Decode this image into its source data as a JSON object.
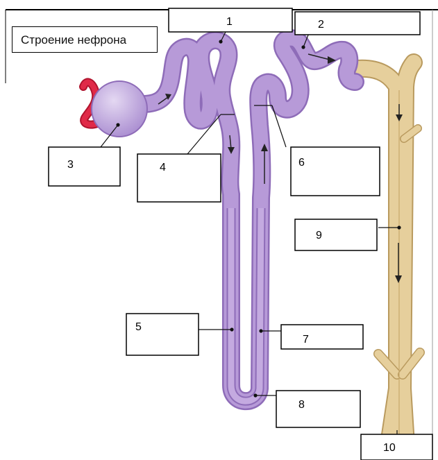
{
  "title": "Строение нефрона",
  "labels": [
    "1",
    "2",
    "3",
    "4",
    "5",
    "6",
    "7",
    "8",
    "9",
    "10"
  ],
  "colors": {
    "tubule": "#b79ad8",
    "tubule_dark": "#8e6cb8",
    "glomerulus": "#c8b2e4",
    "vessel": "#e02a48",
    "collecting_duct": "#e6cf9c",
    "collecting_duct_dark": "#b99a5e"
  }
}
